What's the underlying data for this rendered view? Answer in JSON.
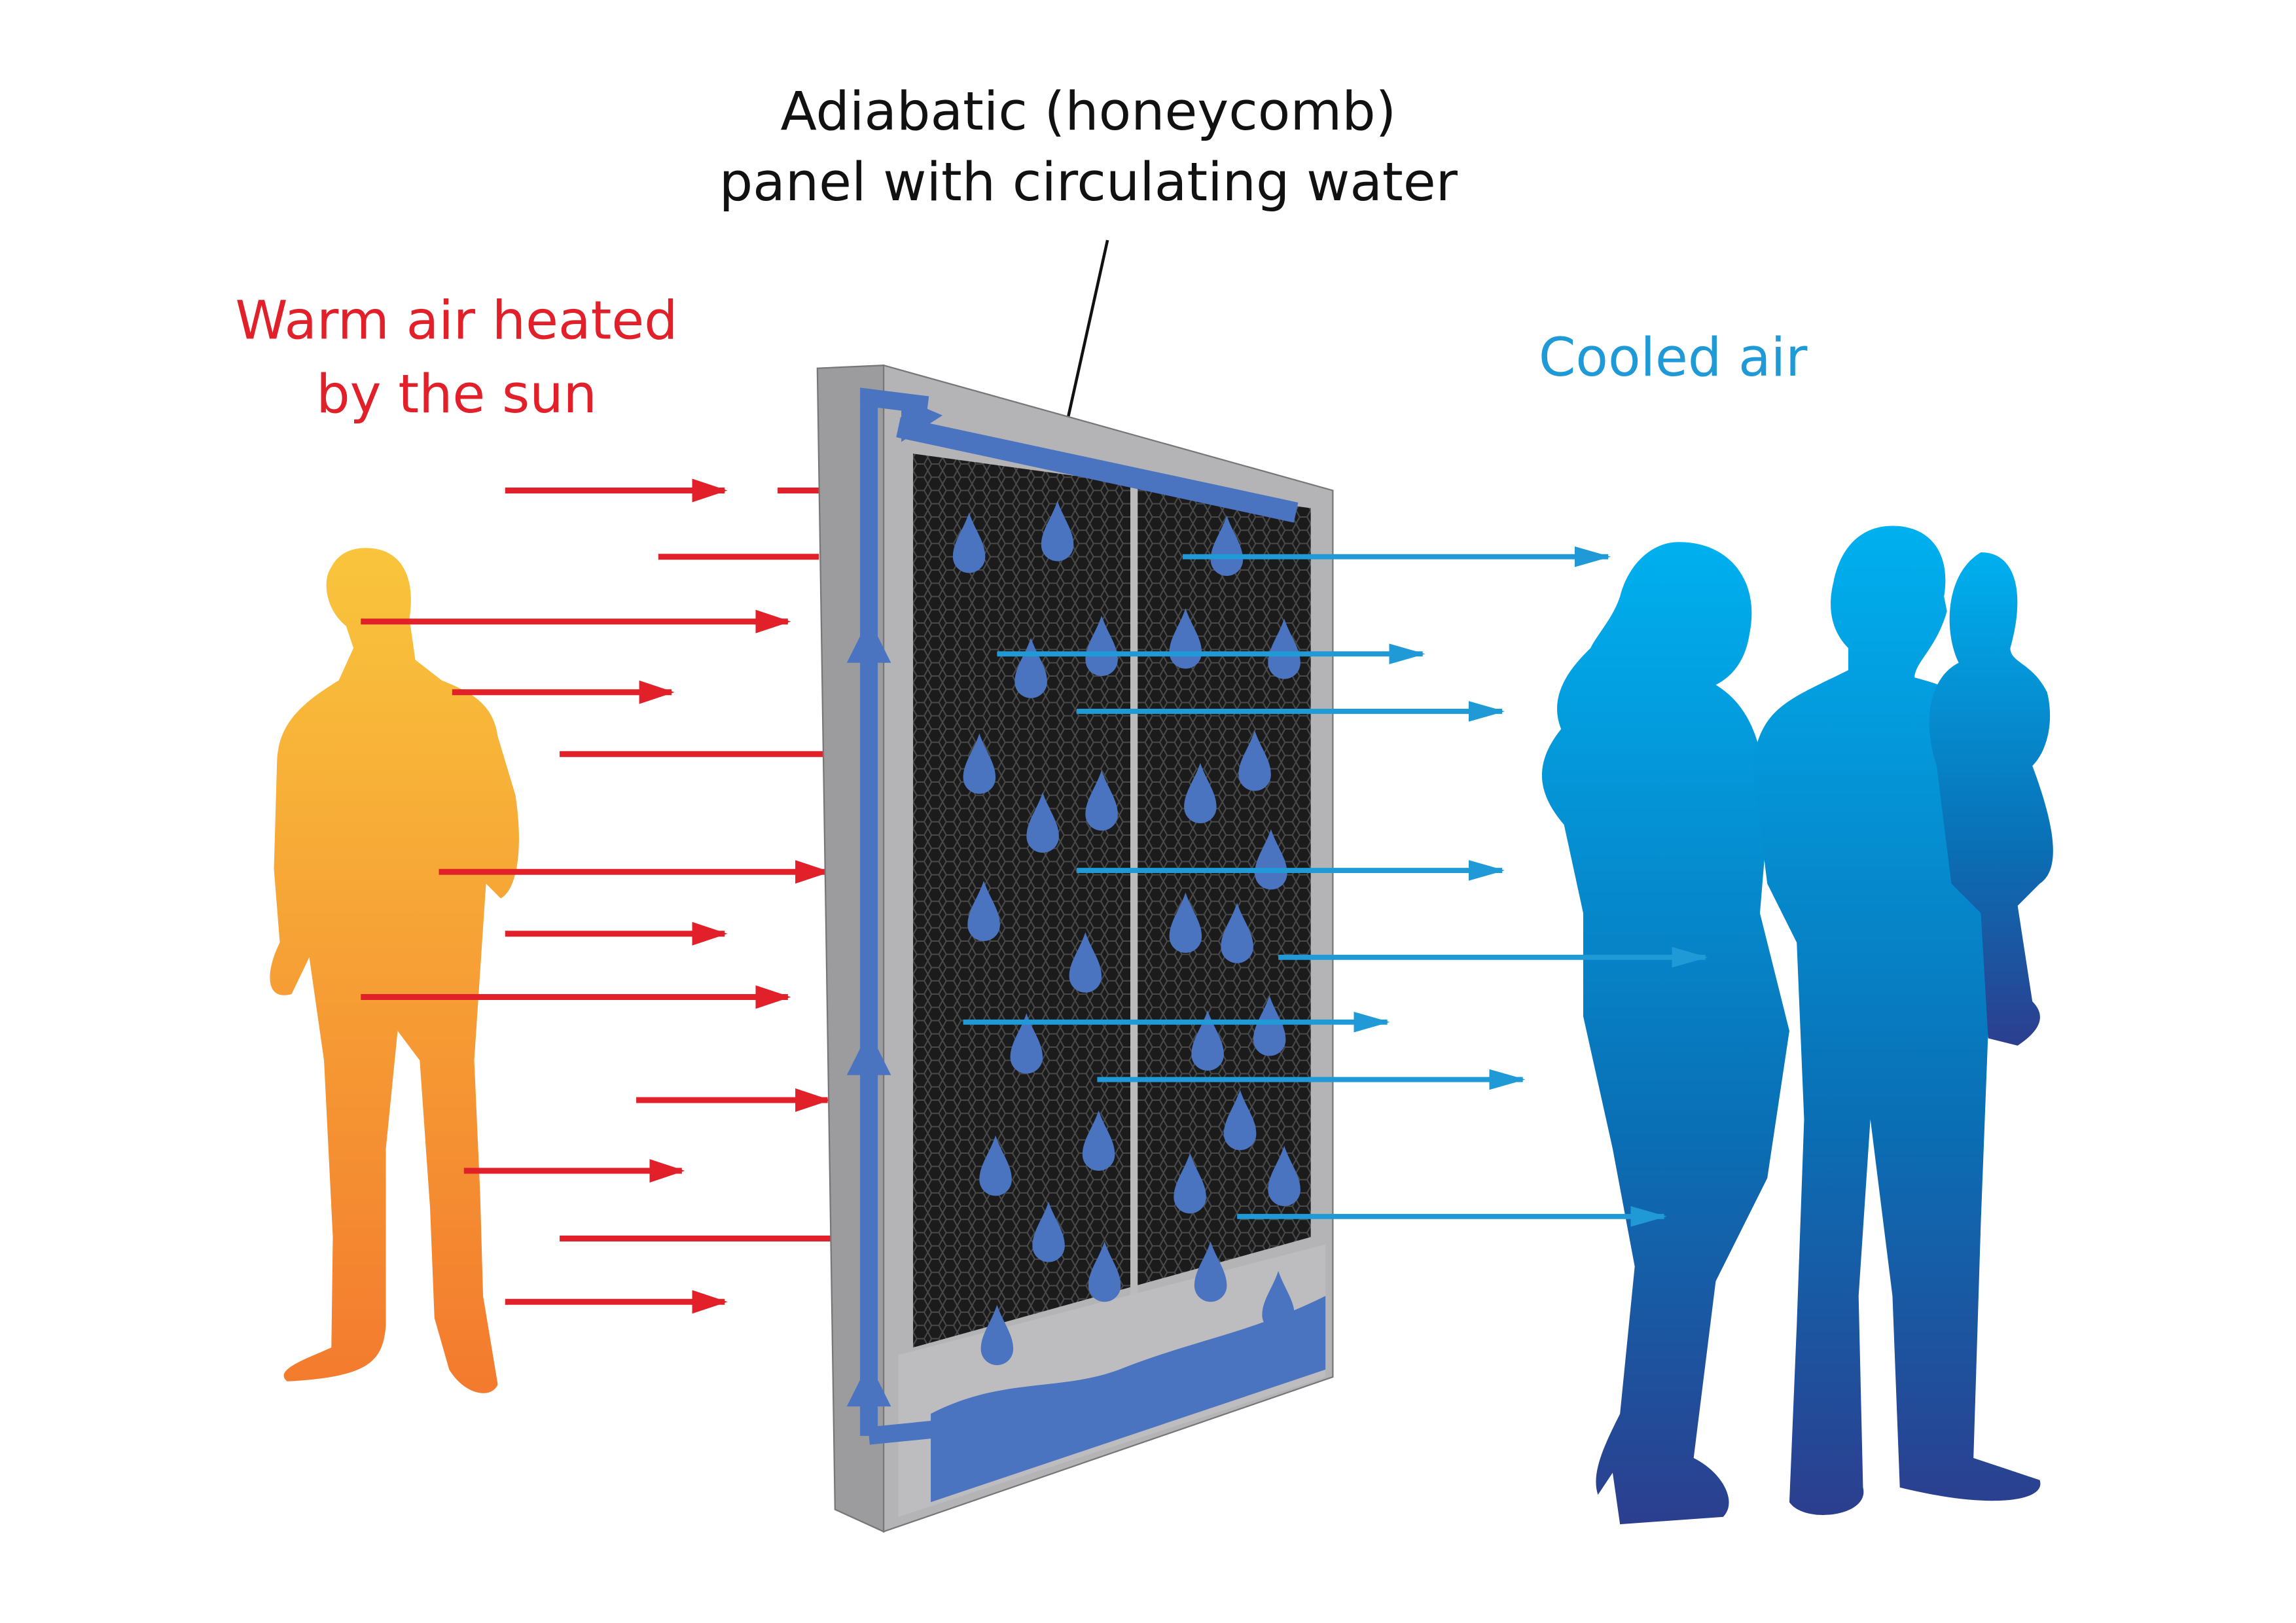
{
  "diagram": {
    "panel_label": [
      "Adiabatic (honeycomb)",
      "panel with circulating water"
    ],
    "warm_label": [
      "Warm air heated",
      "by the sun"
    ],
    "cool_label": "Cooled air"
  },
  "colors": {
    "warm": "#e2202a",
    "cool": "#1f9ad6",
    "water": "#4a74c0",
    "warm_person_top": "#f9c53c",
    "warm_person_bottom": "#f37a2e",
    "cool_people_top": "#00b0ef",
    "cool_people_bottom": "#2c3e8e",
    "panel_frame": "#a9a9ab",
    "honeycomb": "#1b1b1b"
  },
  "icons": {
    "warm_person": "standing-man-silhouette",
    "cool_people": "family-silhouette",
    "panel": "evaporative-cooling-pad",
    "drops": "water-drop"
  }
}
